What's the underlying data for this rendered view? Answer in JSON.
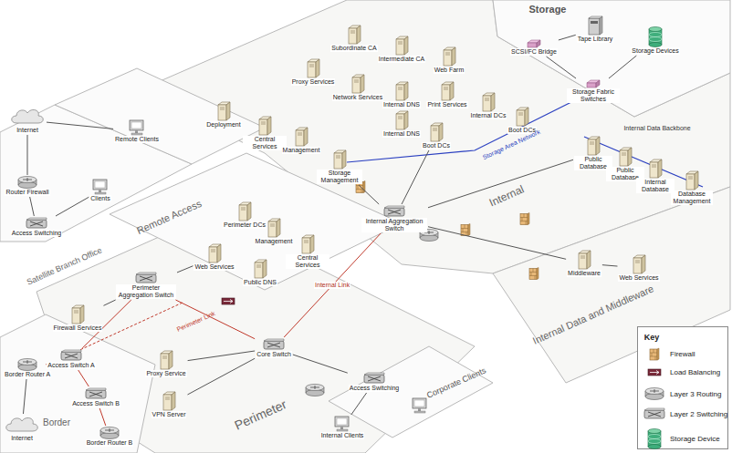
{
  "diagram": {
    "nodes": [
      {
        "text": [
          "Internet"
        ]
      },
      {
        "text": [
          "Remote Clients"
        ]
      },
      {
        "text": [
          "Router Firewall"
        ]
      },
      {
        "text": [
          "Clients"
        ]
      },
      {
        "text": [
          "Access Switching"
        ]
      },
      {
        "text": [
          "Subordinate CA"
        ]
      },
      {
        "text": [
          "Intermediate CA"
        ]
      },
      {
        "text": [
          "Web Farm"
        ]
      },
      {
        "text": [
          "Proxy Services"
        ]
      },
      {
        "text": [
          "Network Services"
        ]
      },
      {
        "text": [
          "Internal DNS"
        ]
      },
      {
        "text": [
          "Print Services"
        ]
      },
      {
        "text": [
          "Internal DCs"
        ]
      },
      {
        "text": [
          "Boot DCs"
        ]
      },
      {
        "text": [
          "Deployment"
        ]
      },
      {
        "text": [
          "Central Services"
        ]
      },
      {
        "text": [
          "Management"
        ]
      },
      {
        "text": [
          "Storage Management"
        ]
      },
      {
        "text": [
          "Internal DNS"
        ]
      },
      {
        "text": [
          "Boot DCs"
        ]
      },
      {
        "text": [
          "SCSI/FC Bridge"
        ]
      },
      {
        "text": [
          "Tape Library"
        ]
      },
      {
        "text": [
          "Storage Devices"
        ]
      },
      {
        "text": [
          "Storage Fabric Switches"
        ]
      },
      {
        "text": [
          "Internal Aggregation Switch"
        ]
      },
      {
        "text": [
          "Public Database"
        ]
      },
      {
        "text": [
          "Public Database"
        ]
      },
      {
        "text": [
          "Internal Database"
        ]
      },
      {
        "text": [
          "Database Management"
        ]
      },
      {
        "text": [
          "Middleware"
        ]
      },
      {
        "text": [
          "Web Services"
        ]
      },
      {
        "text": [
          "Perimeter DCs"
        ]
      },
      {
        "text": [
          "Management"
        ]
      },
      {
        "text": [
          "Central Services"
        ]
      },
      {
        "text": [
          "Web Services"
        ]
      },
      {
        "text": [
          "Public DNS"
        ]
      },
      {
        "text": [
          "Perimeter Aggregation Switch"
        ]
      },
      {
        "text": [
          "Firewall Services"
        ]
      },
      {
        "text": [
          "Core Switch"
        ]
      },
      {
        "text": [
          "Proxy Service"
        ]
      },
      {
        "text": [
          "VPN Server"
        ]
      },
      {
        "text": [
          "Access Switching"
        ]
      },
      {
        "text": [
          "Internal Clients"
        ]
      },
      {
        "text": [
          "Border Router A"
        ]
      },
      {
        "text": [
          "Access Switch A"
        ]
      },
      {
        "text": [
          "Access Switch B"
        ]
      },
      {
        "text": [
          "Border Router B"
        ]
      },
      {
        "text": [
          "Internet"
        ]
      }
    ],
    "edges": [
      {
        "from": 47,
        "to": 43,
        "arrow": "none"
      },
      {
        "from": 43,
        "to": 44,
        "arrow": "none"
      },
      {
        "from": 44,
        "to": 45,
        "arrow": "none"
      },
      {
        "from": 45,
        "to": 46,
        "arrow": "none"
      },
      {
        "from": 44,
        "to": 36,
        "arrow": "none"
      },
      {
        "from": 36,
        "to": 37,
        "arrow": "none"
      },
      {
        "from": 36,
        "to": 34,
        "arrow": "none"
      },
      {
        "from": 36,
        "to": 38,
        "arrow": "none"
      },
      {
        "from": 38,
        "to": 39,
        "arrow": "none"
      },
      {
        "from": 38,
        "to": 40,
        "arrow": "none"
      },
      {
        "from": 38,
        "to": 24,
        "label": "Internal Link",
        "arrow": "none"
      },
      {
        "from": 38,
        "to": 41,
        "arrow": "none"
      },
      {
        "from": 41,
        "to": 42,
        "arrow": "none"
      },
      {
        "from": 0,
        "to": 2,
        "arrow": "none"
      },
      {
        "from": 2,
        "to": 4,
        "arrow": "none"
      },
      {
        "from": 4,
        "to": 3,
        "arrow": "none"
      },
      {
        "from": 24,
        "to": 29,
        "arrow": "none"
      },
      {
        "from": 29,
        "to": 30,
        "arrow": "none"
      },
      {
        "from": 24,
        "to": 25,
        "arrow": "none"
      },
      {
        "from": 24,
        "to": 17,
        "arrow": "none"
      },
      {
        "from": 23,
        "to": 20,
        "arrow": "none"
      },
      {
        "from": 23,
        "to": 22,
        "arrow": "none"
      },
      {
        "from": 20,
        "to": 21,
        "arrow": "none"
      },
      {
        "from": 24,
        "to": 19,
        "arrow": "none"
      },
      {
        "from": 0,
        "to": 1,
        "arrow": "none"
      }
    ],
    "labels": [
      "Storage",
      "Internal",
      "Remote Access",
      "Satellite Branch Office",
      "Perimeter",
      "Border",
      "Internal Data and Middleware",
      "Corporate Clients",
      "Storage Area Network",
      "Internal Data Backbone",
      "Perimeter Link",
      "Key"
    ],
    "legend": [
      {
        "text": "Firewall"
      },
      {
        "text": "Load Balancing"
      },
      {
        "text": "Layer 3 Routing"
      },
      {
        "text": "Layer 2 Switching"
      },
      {
        "text": "Storage Device"
      }
    ]
  }
}
